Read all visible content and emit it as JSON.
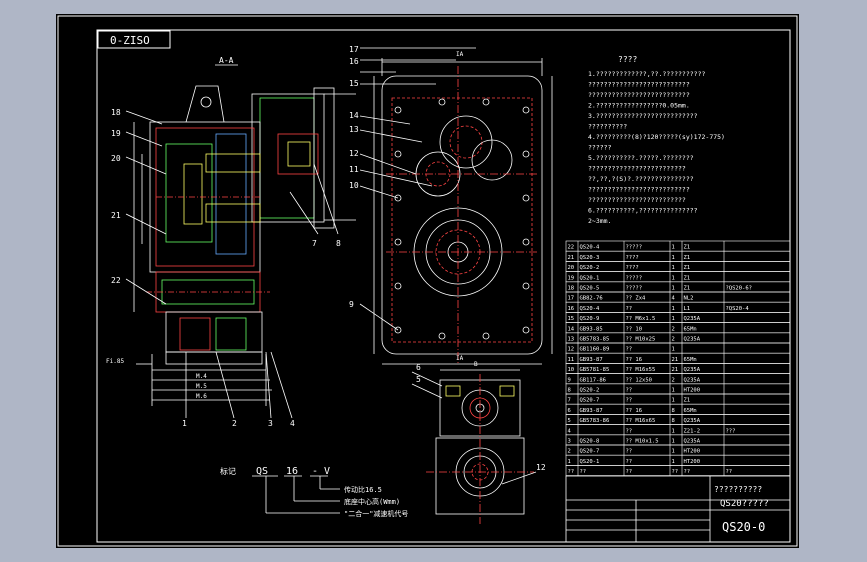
{
  "drawing": {
    "code_box": "0-ZISO",
    "section_label": "A-A",
    "part_numbers": {
      "left": [
        "18",
        "19",
        "20",
        "21",
        "22"
      ],
      "bottom": [
        "1",
        "2",
        "3",
        "4"
      ],
      "middle": [
        "7",
        "8"
      ],
      "right_view": [
        "17",
        "16",
        "15",
        "14",
        "13",
        "12",
        "11",
        "10",
        "9"
      ],
      "bottom_view": [
        "6",
        "5",
        "12"
      ]
    },
    "view_marks": [
      "IA",
      "IA",
      "B",
      "IA"
    ],
    "notes_title": "????",
    "notes": [
      "1.?????????????,??.???????????",
      "  ??????????????????????????",
      "  ??????????????????????????",
      "2.?????????????????0.05mm.",
      "3.??????????????????????????",
      "  ??????????",
      "4.?????????(8)?120?????(sy)172-775)",
      "  ??????",
      "5.??????????.?????.????????",
      "  ?????????????????????????",
      "  ??,??,?(S)?.???????????????",
      "  ??????????????????????????",
      "  ?????????????????????????",
      "6.??????????,???????????????",
      "  2~3mm."
    ],
    "marking": {
      "label": "标记",
      "code_prefix": "QS",
      "code_ratio": "16",
      "code_suffix": "- V",
      "lines": [
        "传动比16.5",
        "底座中心高(Wmm)",
        "\"二合一\"减速机代号"
      ]
    },
    "dims_left": [
      "Fi.85",
      "M.4",
      "M.5",
      "M.6"
    ],
    "bom": {
      "rows": [
        [
          "22",
          "QS20-4",
          "?????",
          "1",
          "Z1",
          ""
        ],
        [
          "21",
          "QS20-3",
          "????",
          "1",
          "Z1",
          ""
        ],
        [
          "20",
          "QS20-2",
          "????",
          "1",
          "Z1",
          ""
        ],
        [
          "19",
          "QS20-1",
          "?????",
          "1",
          "Z1",
          ""
        ],
        [
          "18",
          "QS20-5",
          "?????",
          "1",
          "Z1",
          "?QS20-6?"
        ],
        [
          "17",
          "GB82-76",
          "?? Zx4",
          "4",
          "NL2",
          ""
        ],
        [
          "16",
          "QS20-4",
          "??",
          "1",
          "L1",
          "?QS20-4"
        ],
        [
          "15",
          "QS20-9",
          "?? M6x1.5",
          "1",
          "Q235A",
          ""
        ],
        [
          "14",
          "GB93-85",
          "?? 10",
          "2",
          "65Mn",
          ""
        ],
        [
          "13",
          "GB5783-85",
          "?? M10x25",
          "2",
          "Q235A",
          ""
        ],
        [
          "12",
          "GB1160-89",
          "??",
          "1",
          "",
          ""
        ],
        [
          "11",
          "GB93-87",
          "?? 16",
          "21",
          "65Mn",
          ""
        ],
        [
          "10",
          "GB5781-85",
          "?? M16x55",
          "21",
          "Q235A",
          ""
        ],
        [
          "9",
          "GB117-86",
          "?? 12x50",
          "2",
          "Q235A",
          ""
        ],
        [
          "8",
          "QS20-2",
          "??",
          "1",
          "HT200",
          ""
        ],
        [
          "7",
          "QS20-7",
          "??",
          "1",
          "Z1",
          ""
        ],
        [
          "6",
          "GB93-87",
          "?? 16",
          "8",
          "65Mn",
          ""
        ],
        [
          "5",
          "GB5783-86",
          "?? M16x65",
          "8",
          "Q235A",
          ""
        ],
        [
          "4",
          "",
          "??",
          "1",
          "Z21-2",
          "???"
        ],
        [
          "3",
          "QS20-8",
          "?? M10x1.5",
          "1",
          "Q235A",
          ""
        ],
        [
          "2",
          "QS20-7",
          "??",
          "1",
          "HT200",
          ""
        ],
        [
          "1",
          "QS20-1",
          "??",
          "1",
          "HT200",
          ""
        ],
        [
          "??",
          "??",
          "??",
          "??",
          "??",
          "??"
        ]
      ],
      "heading_right": "??????????",
      "title_name": "QS20?????",
      "drawing_no": "QS20-0"
    }
  }
}
